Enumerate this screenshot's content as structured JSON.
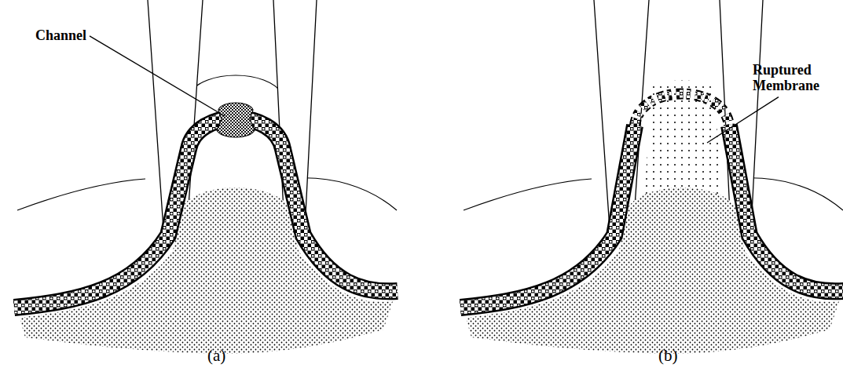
{
  "diagram": {
    "labels": [
      "Channel",
      "Ruptured Membrane",
      "(a)",
      "(b)"
    ]
  }
}
